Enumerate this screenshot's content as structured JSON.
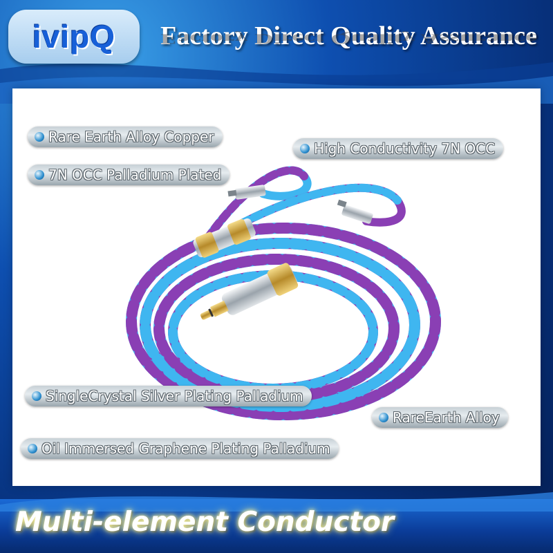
{
  "brand": {
    "logo_text": "ivipQ"
  },
  "header": {
    "slogan": "Factory Direct  Quality Assurance"
  },
  "features": [
    {
      "label": "Rare Earth Alloy Copper"
    },
    {
      "label": "High Conductivity 7N OCC"
    },
    {
      "label": "7N OCC Palladium Plated"
    },
    {
      "label": "SingleCrystal Silver Plating Palladium"
    },
    {
      "label": "RareEarth Alloy"
    },
    {
      "label": "Oil Immersed Graphene Plating Palladium"
    }
  ],
  "footer": {
    "title": "Multi-element Conductor"
  },
  "colors": {
    "brand_blue": "#1760d8",
    "cable_blue": "#3fb6f0",
    "cable_purple": "#8a3fb4",
    "gold": "#d8b24a"
  },
  "icons": [
    "bullet-dot-icon"
  ]
}
